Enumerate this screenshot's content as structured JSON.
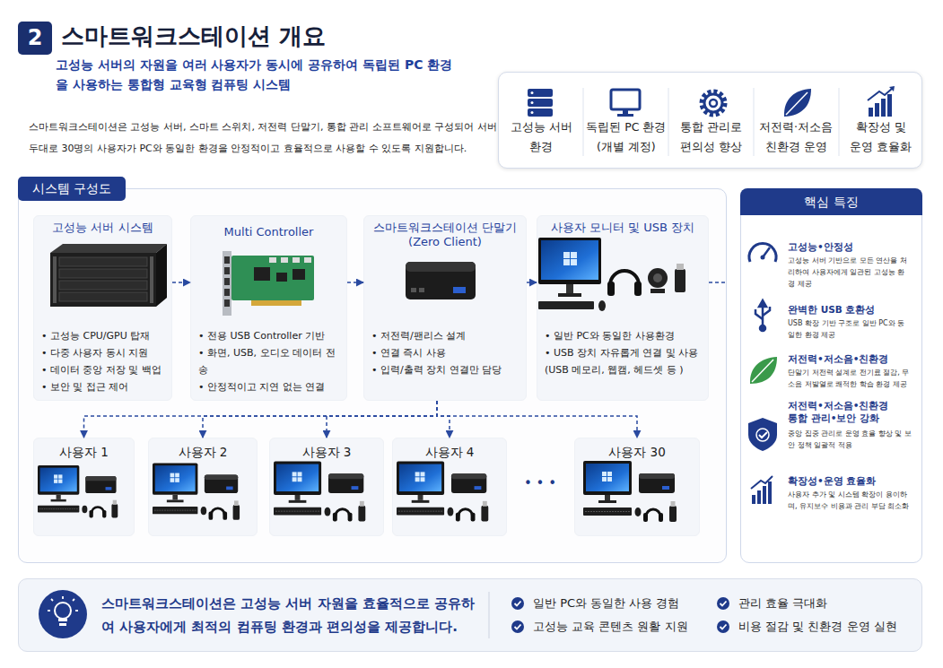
{
  "diagram": {
    "title": "스마트워크스테이션 개요",
    "nodes": [
      {
        "text": [
          "고성능 서버환경",
          "독립된 PC 환경 (개별 계정)",
          "통합 관리로 편의성 향상",
          "저전력·저소음 친환경 운영",
          "확장성 및 운영 효율화"
        ]
      },
      {
        "text": [
          "시스템 구성도"
        ]
      },
      {
        "text": [
          "고성능 서버 시스템",
          "• 고성능 CPU/GPU 탑재",
          "• 다중 사용자 동시 지원",
          "• 데이터 중앙 저장 및 백업",
          "• 보안 및 접근 제어"
        ],
        "in": 1
      },
      {
        "text": [
          "Multi Controller",
          "• 전용 USB Controller 기반",
          "• 화면, USB, 오디오 데이터 전송",
          "• 안정적이고 지연 없는 연결"
        ],
        "in": 1
      },
      {
        "text": [
          "스마트워크스테이션 단말기 (Zero Client)",
          "• 저전력/팬리스 설계",
          "• 연결 즉시 사용",
          "• 입력/출력 장치 연결만 담당"
        ],
        "in": 1
      },
      {
        "text": [
          "사용자 모니터 및 USB 장치",
          "• 일반 PC와 동일한 사용환경",
          "• USB 장치 자유롭게 연결 및 사용 (USB 메모리, 웹캠, 헤드셋 등 )"
        ],
        "in": 1
      },
      {
        "text": [
          "사용자 1"
        ],
        "in": 1
      },
      {
        "text": [
          "사용자 2"
        ],
        "in": 1
      },
      {
        "text": [
          "사용자 3"
        ],
        "in": 1
      },
      {
        "text": [
          "사용자 4"
        ],
        "in": 1
      },
      {
        "text": [
          "사용자 30"
        ],
        "in": 1
      },
      {
        "text": [
          "핵심 특징",
          "고성능•안정성",
          "고성능 서버 기반으로 모든 연산을 처리하여 사용자에게 일관된 고성능 환경 제공",
          "완벽한 USB 호환성",
          "USB 확장 기반 구조로 일반 PC와 동일한 환경 제공",
          "저전력•저소음•친환경",
          "단말기 저전력 설계로 전기료 절감, 무소음 저발열로 쾌적한 학습 환경 제공",
          "저전력•저소음•친환경 통합 관리•보안 강화",
          "중앙 집중 관리로 운영 효율 향상 및 보안 정책 일괄적 적용",
          "확장성•운영 효율화",
          "사용자 추가 및 시스템 확장이 용이하며, 유지보수 비용과 관리 부담 최소화"
        ]
      },
      {
        "text": [
          "스마트워크스테이션은 고성능 서버 자원을 효율적으로 공유하여 사용자에게 최적의 컴퓨팅 환경과 편의성을 제공합니다.",
          "일반 PC와 동일한 사용 경험",
          "관리 효율 극대화",
          "고성능 교육 콘텐츠 원활 지원",
          "비용 절감 및 친환경 운영 실현"
        ]
      }
    ],
    "edges": [
      {
        "from": 2,
        "to": 3,
        "arrow": "to"
      },
      {
        "from": 3,
        "to": 4,
        "arrow": "to"
      },
      {
        "from": 4,
        "to": 5,
        "arrow": "to"
      },
      {
        "from": 4,
        "to": 6,
        "arrow": "to"
      },
      {
        "from": 4,
        "to": 7,
        "arrow": "to"
      },
      {
        "from": 4,
        "to": 8,
        "arrow": "to"
      },
      {
        "from": 4,
        "to": 9,
        "arrow": "to"
      },
      {
        "from": 4,
        "to": 10,
        "arrow": "to"
      }
    ],
    "labels": [
      "2",
      "고성능 서버의 자원을 여러 사용자가 동시에 공유하여 독립된 PC 환경을 사용하는 통합형 교육형 컴퓨팅 시스템",
      "스마트워크스테이션은 고성능 서버, 스마트 스위치, 저전력 단말기, 통합 관리 소프트웨어로 구성되어 서버 두대로 30명의 사용자가 PC와 동일한 환경을 안정적이고 효율적으로 사용할 수 있도록 지원합니다.",
      "• • •"
    ]
  }
}
